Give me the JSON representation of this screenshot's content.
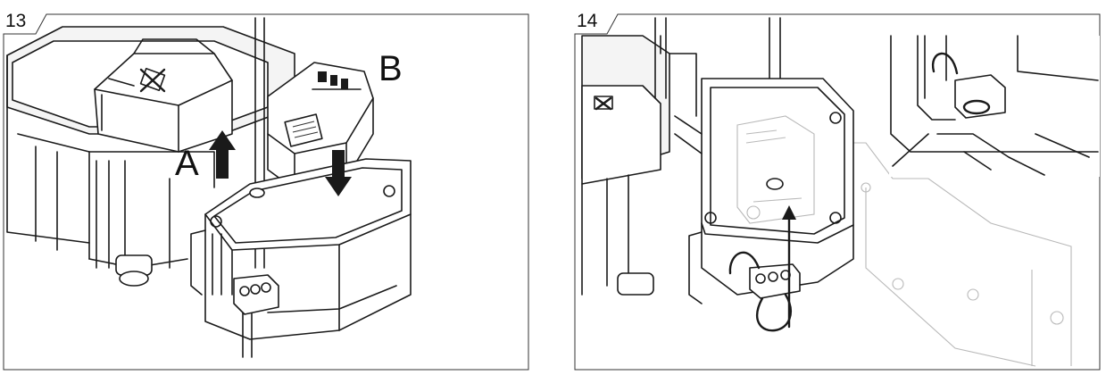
{
  "steps": [
    {
      "number": "13",
      "labels": {
        "a": "A",
        "b": "B"
      }
    },
    {
      "number": "14"
    }
  ]
}
